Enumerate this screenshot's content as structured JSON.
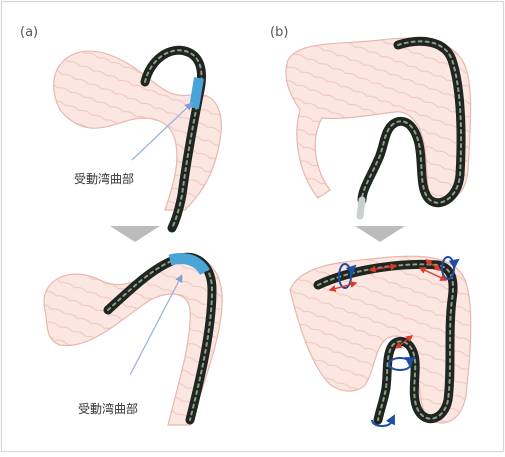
{
  "panels": {
    "a": {
      "label": "(a)"
    },
    "b": {
      "label": "(b)"
    }
  },
  "annotations": {
    "top_left_label": "受動湾曲部",
    "bottom_left_label": "受動湾曲部"
  },
  "colors": {
    "background": "#ffffff",
    "frame": "#d7d7d7",
    "colon_fill": "#fbe6e2",
    "colon_stroke": "#e8b7ae",
    "scope_body": "#1f2621",
    "scope_inner": "#4e5b4c",
    "scope_stripe": "#8f9c82",
    "bending_section": "#4aa4d8",
    "pointer_arrow": "#9bb3dd",
    "divider_arrow": "#bcbcbc",
    "rotation_arrow": "#1c4fa2",
    "push_arrow": "#d93a2b"
  },
  "icons": {
    "down_arrow": "down-triangle",
    "rotation": "rotation-arrow",
    "push": "double-headed-arrow"
  }
}
